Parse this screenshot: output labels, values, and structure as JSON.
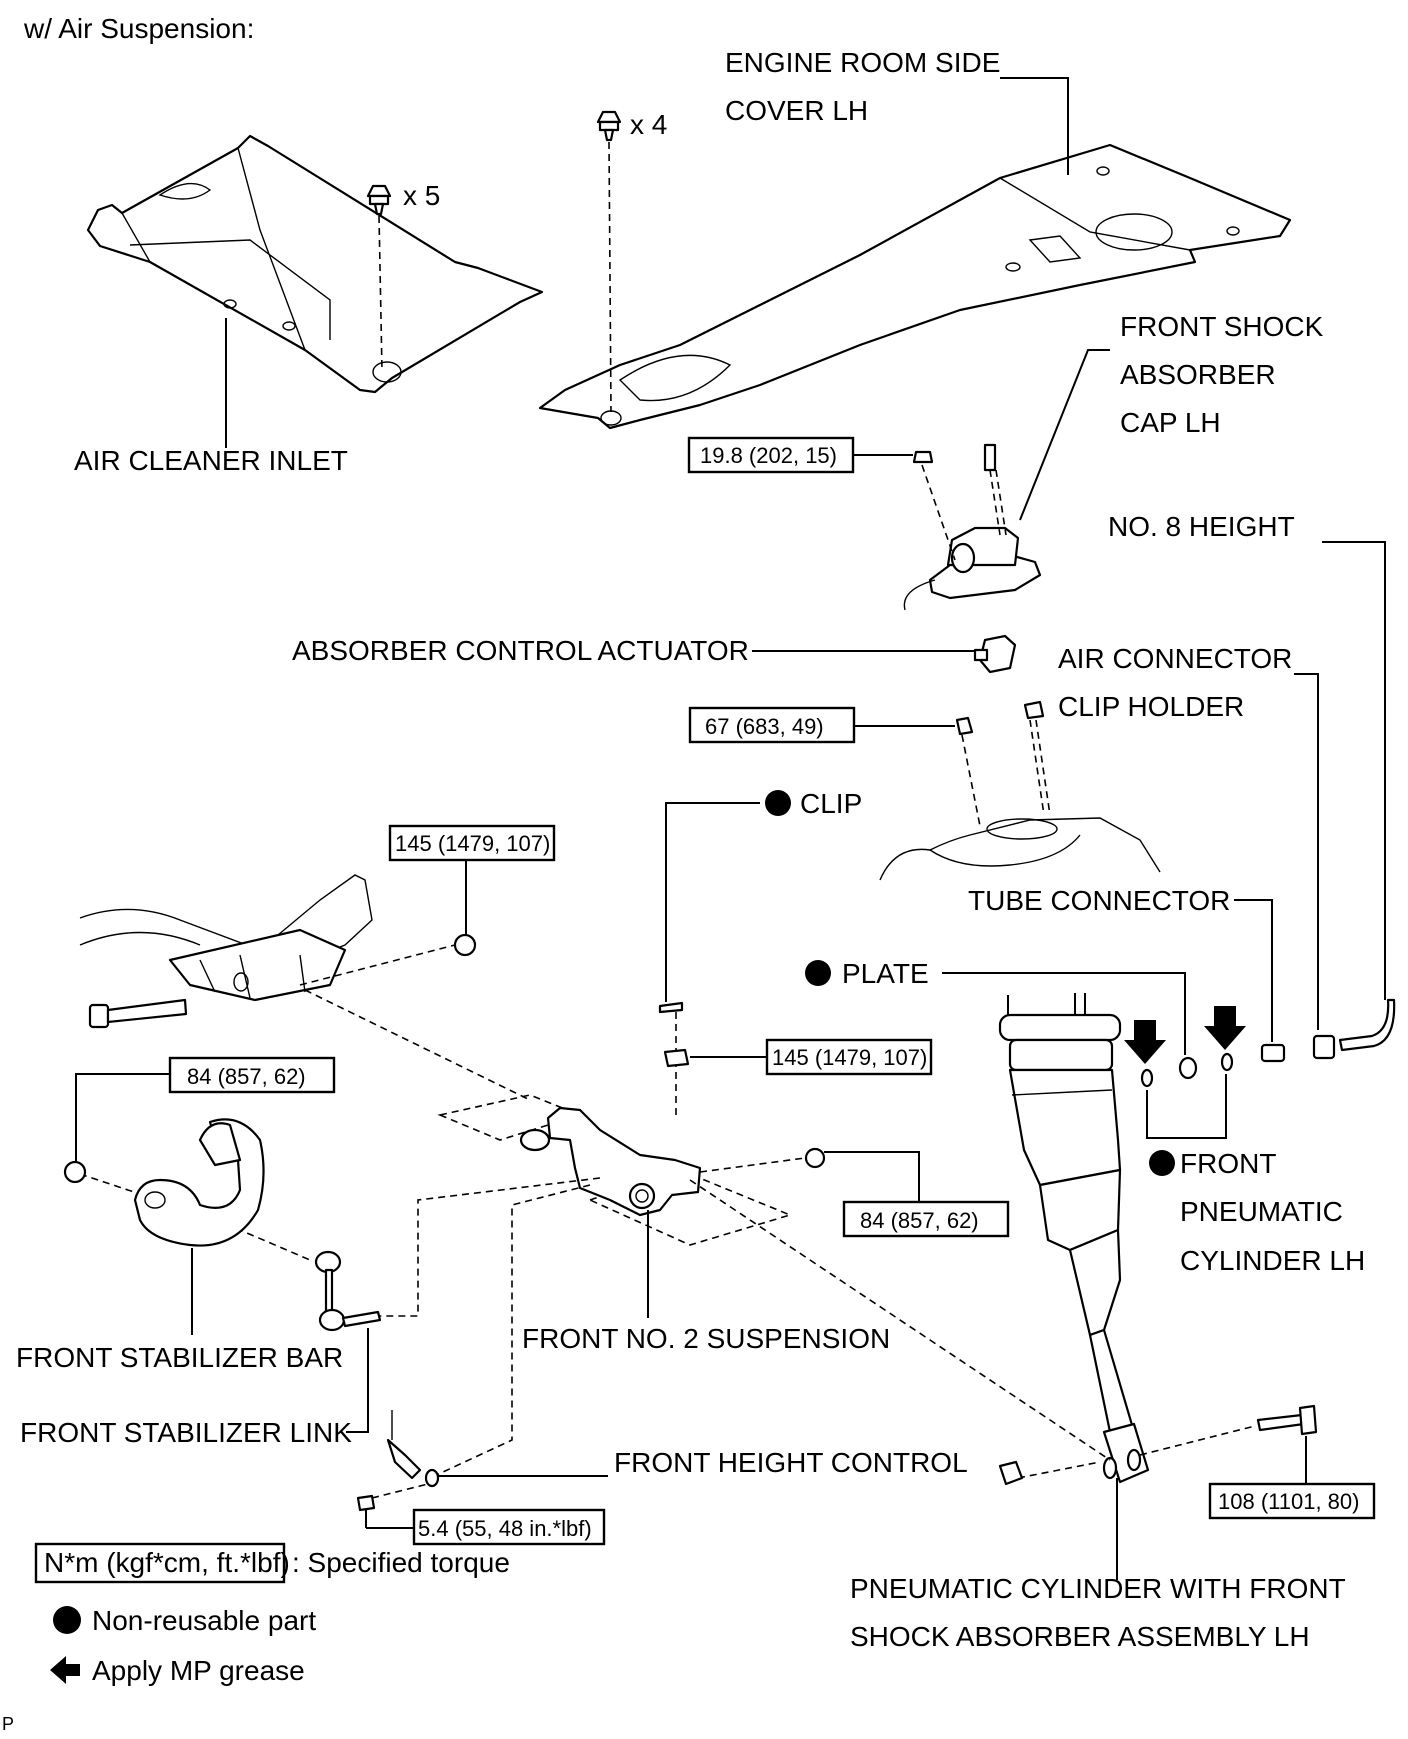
{
  "title": "w/ Air Suspension:",
  "corner_mark": "P",
  "quantities": {
    "clips_cleaner": "x 5",
    "clips_cover": "x 4"
  },
  "labels": {
    "engine_room_cover_1": "ENGINE ROOM SIDE",
    "engine_room_cover_2": "COVER LH",
    "air_cleaner_inlet": "AIR CLEANER INLET",
    "shock_cap_1": "FRONT SHOCK",
    "shock_cap_2": "ABSORBER",
    "shock_cap_3": "CAP LH",
    "height_1": "NO. 8 HEIGHT",
    "actuator": "ABSORBER CONTROL ACTUATOR",
    "air_conn_1": "AIR CONNECTOR",
    "air_conn_2": "CLIP HOLDER",
    "clip": "CLIP",
    "tube_connector": "TUBE CONNECTOR",
    "plate": "PLATE",
    "front_pneu_1": "FRONT",
    "front_pneu_2": "PNEUMATIC",
    "front_pneu_3": "CYLINDER LH",
    "stab_bar": "FRONT STABILIZER BAR",
    "stab_link": "FRONT STABILIZER LINK",
    "no2_susp": "FRONT NO. 2 SUSPENSION",
    "height_control": "FRONT HEIGHT CONTROL",
    "assembly_1": "PNEUMATIC CYLINDER WITH FRONT",
    "assembly_2": "SHOCK ABSORBER ASSEMBLY LH"
  },
  "torques": {
    "cap_nut": "19.8 (202, 15)",
    "upper_nut": "67 (683, 49)",
    "crossmember_nut": "145 (1479, 107)",
    "arm_nut": "145 (1479, 107)",
    "stab_nut": "84 (857, 62)",
    "arm_rear_nut": "84 (857, 62)",
    "lower_bolt": "108 (1101, 80)",
    "height_bolt": "5.4 (55, 48 in.*lbf)"
  },
  "legend": {
    "torque_unit": "N*m (kgf*cm, ft.*lbf)",
    "torque_desc": ": Specified torque",
    "non_reusable": "Non-reusable part",
    "grease": "Apply MP grease"
  }
}
